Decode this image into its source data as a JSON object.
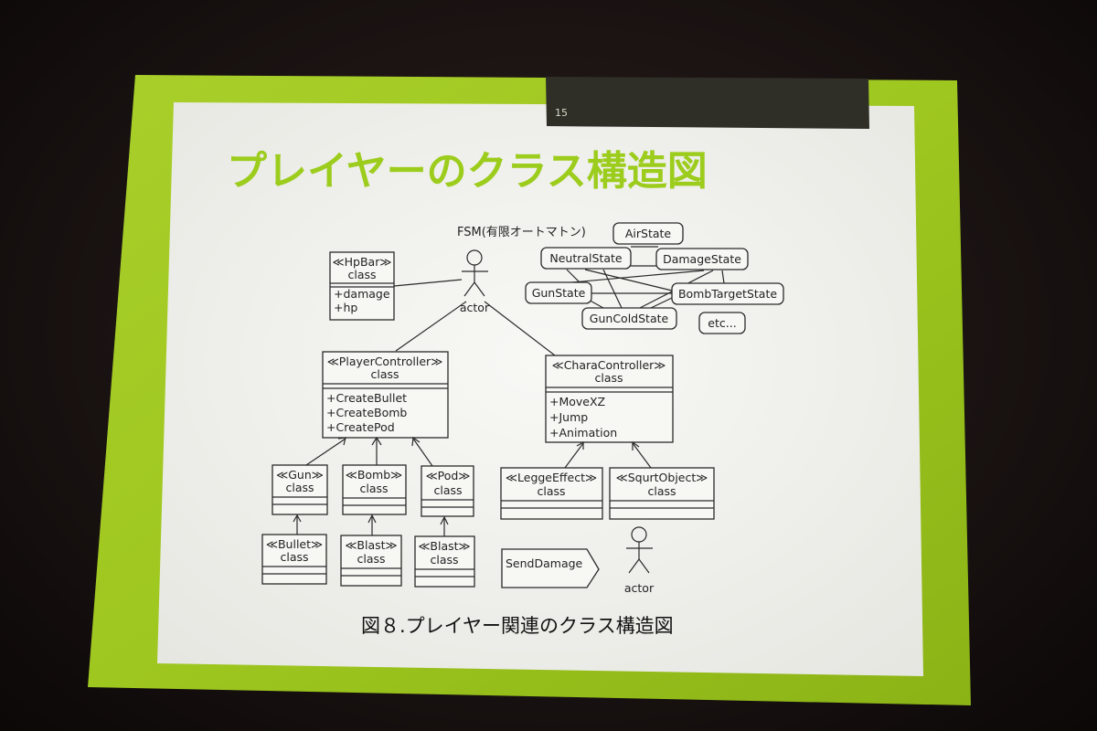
{
  "slide": {
    "number": "15",
    "title": "プレイヤーのクラス構造図",
    "caption": "図８.プレイヤー関連のクラス構造図",
    "colors": {
      "frame_green": "#9ec71f",
      "title_green": "#9ccc1c",
      "panel": "#f4f4f0",
      "badge": "#2f2f28"
    }
  },
  "diagram": {
    "fsm_label": "FSM(有限オートマトン)",
    "actor_top_label": "actor",
    "actor_bottom_label": "actor",
    "hpbar": {
      "stereotype": "≪HpBar≫",
      "kind": "class",
      "members": [
        "+damage",
        "+hp"
      ]
    },
    "player_controller": {
      "stereotype": "≪PlayerController≫",
      "kind": "class",
      "members": [
        "+CreateBullet",
        "+CreateBomb",
        "+CreatePod"
      ]
    },
    "chara_controller": {
      "stereotype": "≪CharaController≫",
      "kind": "class",
      "members": [
        "+MoveXZ",
        "+Jump",
        "+Animation"
      ]
    },
    "gun": {
      "stereotype": "≪Gun≫",
      "kind": "class"
    },
    "bomb": {
      "stereotype": "≪Bomb≫",
      "kind": "class"
    },
    "pod": {
      "stereotype": "≪Pod≫",
      "kind": "class"
    },
    "bullet": {
      "stereotype": "≪Bullet≫",
      "kind": "class"
    },
    "blast1": {
      "stereotype": "≪Blast≫",
      "kind": "class"
    },
    "blast2": {
      "stereotype": "≪Blast≫",
      "kind": "class"
    },
    "legge_effect": {
      "stereotype": "≪LeggeEffect≫",
      "kind": "class"
    },
    "squrt_object": {
      "stereotype": "≪SqurtObject≫",
      "kind": "class"
    },
    "states": {
      "air": "AirState",
      "neutral": "NeutralState",
      "damage": "DamageState",
      "gun": "GunState",
      "bomb_target": "BombTargetState",
      "gun_cold": "GunColdState",
      "etc": "etc..."
    },
    "signal": "SendDamage"
  }
}
